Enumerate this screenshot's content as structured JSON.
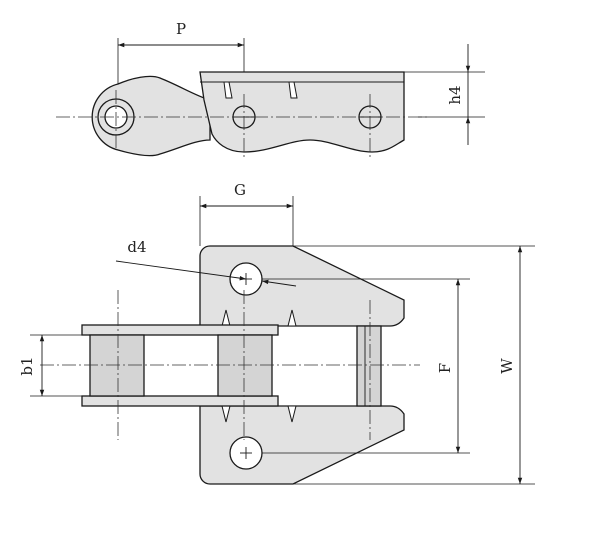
{
  "labels": {
    "pitch": "P",
    "plate_height": "h4",
    "offset": "G",
    "hole_diameter": "d4",
    "inner_width": "b1",
    "hole_span": "F",
    "overall_width": "W"
  }
}
